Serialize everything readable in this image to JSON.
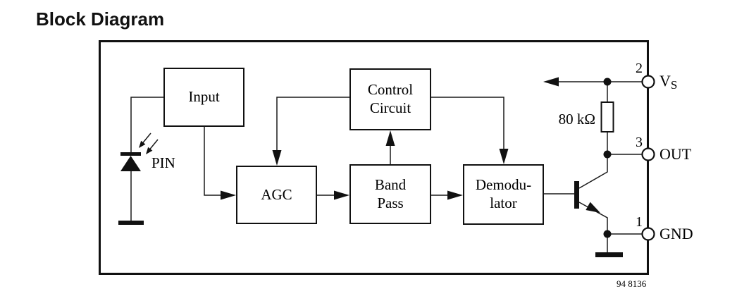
{
  "title": "Block Diagram",
  "figure_number": "94 8136",
  "blocks": {
    "input": "Input",
    "control": "Control\nCircuit",
    "agc": "AGC",
    "bandpass": "Band\nPass",
    "demodulator": "Demodu-\nlator"
  },
  "labels": {
    "photodiode": "PIN",
    "resistor_value": "80 kΩ"
  },
  "pins": [
    {
      "number": "2",
      "name": "V",
      "subscript": "S"
    },
    {
      "number": "3",
      "name": "OUT",
      "subscript": ""
    },
    {
      "number": "1",
      "name": "GND",
      "subscript": ""
    }
  ],
  "colors": {
    "line": "#111111",
    "background": "#ffffff",
    "text": "#000000"
  }
}
